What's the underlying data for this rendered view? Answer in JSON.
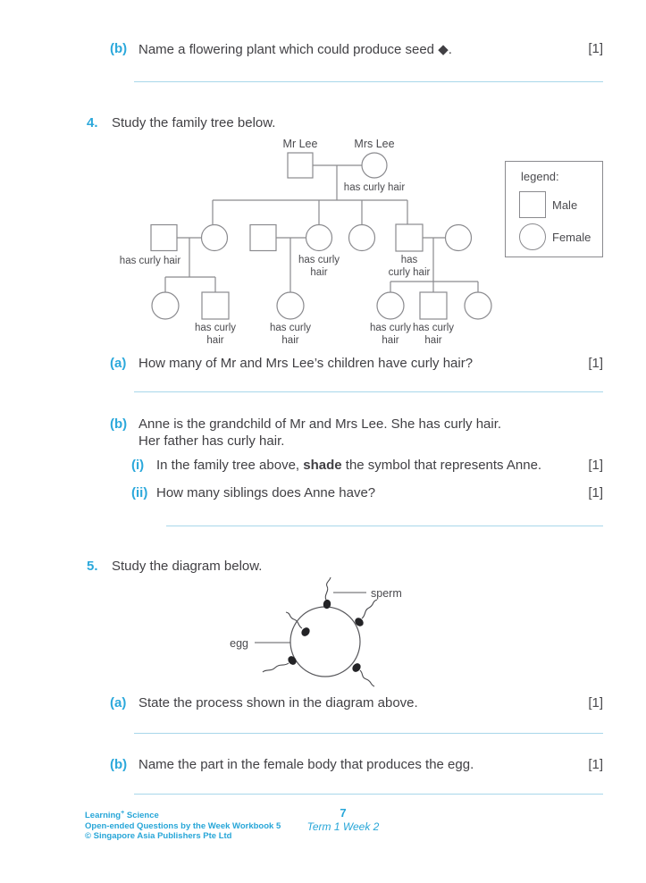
{
  "questions": {
    "q3b": {
      "label": "(b)",
      "text": "Name a flowering plant which could produce seed ◆.",
      "marks": "[1]"
    },
    "q4": {
      "number": "4.",
      "prompt": "Study the family tree below."
    },
    "q4a": {
      "label": "(a)",
      "text": "How many of Mr and Mrs Lee’s children have curly hair?",
      "marks": "[1]"
    },
    "q4b": {
      "label": "(b)",
      "line1": "Anne is the grandchild of Mr and Mrs Lee. She has curly hair.",
      "line2": "Her father has curly hair."
    },
    "q4bi": {
      "label": "(i)",
      "pre": "In the family tree above, ",
      "bold": "shade",
      "post": " the symbol that represents Anne.",
      "marks": "[1]"
    },
    "q4bii": {
      "label": "(ii)",
      "text": "How many siblings does Anne have?",
      "marks": "[1]"
    },
    "q5": {
      "number": "5.",
      "prompt": "Study the diagram below."
    },
    "q5a": {
      "label": "(a)",
      "text": "State the process shown in the diagram above.",
      "marks": "[1]"
    },
    "q5b": {
      "label": "(b)",
      "text": "Name the part in the female body that produces the egg.",
      "marks": "[1]"
    }
  },
  "family_tree": {
    "father": "Mr Lee",
    "mother": "Mrs Lee",
    "mother_trait": "has curly hair",
    "g2_spouse1_trait": "has curly hair",
    "g2_wife2_trait": [
      "has curly",
      "hair"
    ],
    "g2_son4_trait": [
      "has",
      "curly hair"
    ],
    "g3_left_son_trait": [
      "has curly",
      "hair"
    ],
    "g3_mid_daughter_trait": [
      "has curly",
      "hair"
    ],
    "g3_right_daughter_trait": [
      "has curly",
      "hair"
    ],
    "g3_right_son_trait": [
      "has curly",
      "hair"
    ]
  },
  "legend": {
    "title": "legend:",
    "male": "Male",
    "female": "Female"
  },
  "diagram": {
    "sperm_label": "sperm",
    "egg_label": "egg"
  },
  "footer": {
    "brand_pre": "Learning",
    "brand_sup": "+",
    "brand_post": " Science",
    "series": "Open-ended Questions by the Week Workbook 5",
    "copyright": "© Singapore Asia Publishers Pte Ltd",
    "page_number": "7",
    "week": "Term 1 Week 2"
  },
  "colors": {
    "accent_cyan": "#2ba8db",
    "answer_line": "#a8d7ea",
    "body_text": "#414044",
    "tree_line": "#8a8a8e",
    "sperm_head": "#232326"
  }
}
